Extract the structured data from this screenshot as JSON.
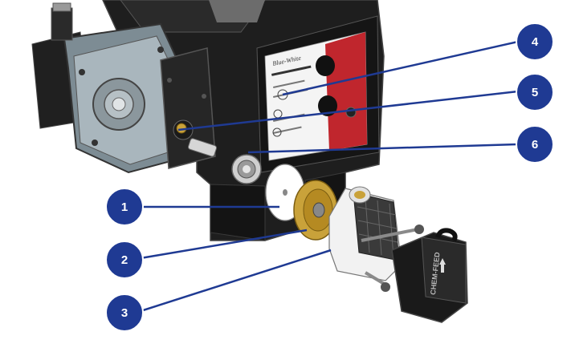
{
  "diagram": {
    "callouts": [
      {
        "number": "1",
        "color": "#1f3a93"
      },
      {
        "number": "2",
        "color": "#1f3a93"
      },
      {
        "number": "3",
        "color": "#1f3a93"
      },
      {
        "number": "4",
        "color": "#1f3a93"
      },
      {
        "number": "5",
        "color": "#1f3a93"
      },
      {
        "number": "6",
        "color": "#1f3a93"
      }
    ],
    "cap_label": "CHEM-FEED",
    "brand_logo_text": "Blue-White",
    "colors": {
      "pump_body": "#1c1c1c",
      "pump_edge": "#3a3a3a",
      "callout_line": "#1f3a93",
      "label_red": "#c0262d",
      "brass": "#c9a23a",
      "valve_white": "#f2f2f2"
    }
  }
}
